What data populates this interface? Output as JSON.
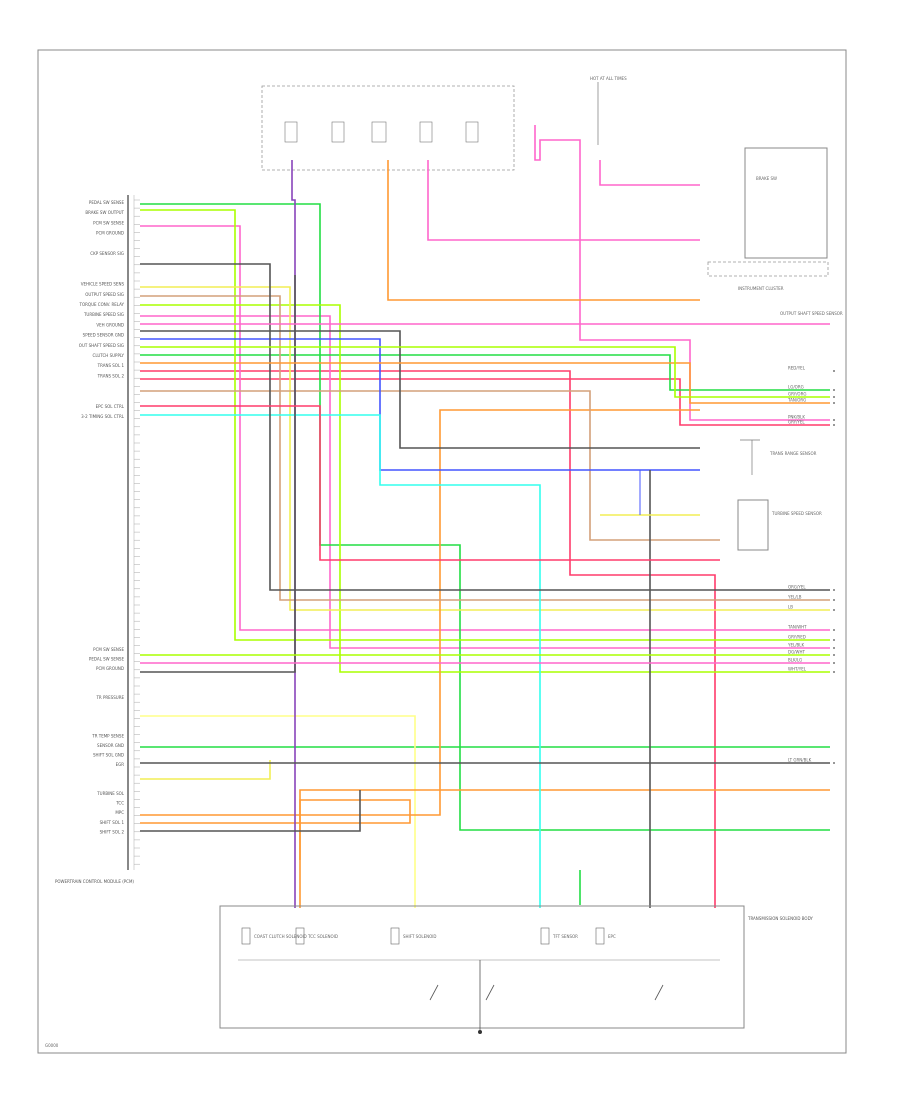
{
  "footer_code": "G0000",
  "pcm": {
    "pins": [
      "PEDAL SW SENSE",
      "BRAKE SW OUTPUT",
      "PCM SW SENSE",
      "PCM GROUND",
      "",
      "CKP SENSOR SIG",
      "",
      "",
      "VEHICLE SPEED SENS",
      "OUTPUT SPEED SIG",
      "TORQUE CONV. RELAY",
      "TURBINE SPEED SIG",
      "VEH GROUND",
      "SPEED SENSOR GND",
      "OUT SHAFT SPEED SIG",
      "CLUTCH SUPPLY",
      "TRANS SOL 1",
      "TRANS SOL 2",
      "",
      "",
      "EPC SOL CTRL",
      "3-2 TIMING SOL CTRL"
    ],
    "lower_pins": [
      "PCM SW SENSE",
      "PEDAL SW SENSE",
      "PCM GROUND",
      "",
      "",
      "TR PRESSURE",
      "",
      "",
      "",
      "TR TEMP SENSE",
      "SENSOR GND",
      "SHIFT SOL GND",
      "EGR",
      "",
      "",
      "TURBINE SOL",
      "TCC",
      "MPC",
      "SHIFT SOL 1",
      "SHIFT SOL 2"
    ],
    "title": "POWERTRAIN CONTROL MODULE (PCM)"
  },
  "fuse_box": {
    "title": "HOT AT ALL TIMES"
  },
  "instrument_cluster": {
    "title": "INSTRUMENT CLUSTER"
  },
  "right_connectors": [
    "BRAKE SW",
    "TRANS RANGE SENSOR",
    "TURBINE SPEED SENSOR",
    "OUTPUT SHAFT SPEED SENSOR"
  ],
  "right_wire_labels": [
    "RED/YEL",
    "LG/ORG",
    "GRY/ORG",
    "TAN/ORG",
    "PNK/BLK",
    "GRY/YEL",
    "ORG/YEL",
    "YEL/LB",
    "LB",
    "TAN/WHT",
    "GRY/RED",
    "YEL/BLK",
    "DG/WHT",
    "BLK/LG",
    "WHT/YEL",
    "LT GRN/BLK"
  ],
  "transmission": {
    "title": "TRANSMISSION SOLENOID BODY",
    "components": [
      "COAST CLUTCH SOLENOID",
      "TCC SOLENOID",
      "SHIFT SOLENOID",
      "TFT SENSOR",
      "EPC"
    ]
  },
  "colors": {
    "red": "#ff3b6b",
    "pink": "#ff66cc",
    "green": "#22dd44",
    "lime": "#aaff00",
    "yellow": "#f2ee55",
    "orange": "#ff9933",
    "purple": "#8844bb",
    "blue": "#4455ff",
    "cyan": "#33ffee",
    "gray": "#555555",
    "tan": "#d4a07a",
    "lightyellow": "#ffff88"
  }
}
